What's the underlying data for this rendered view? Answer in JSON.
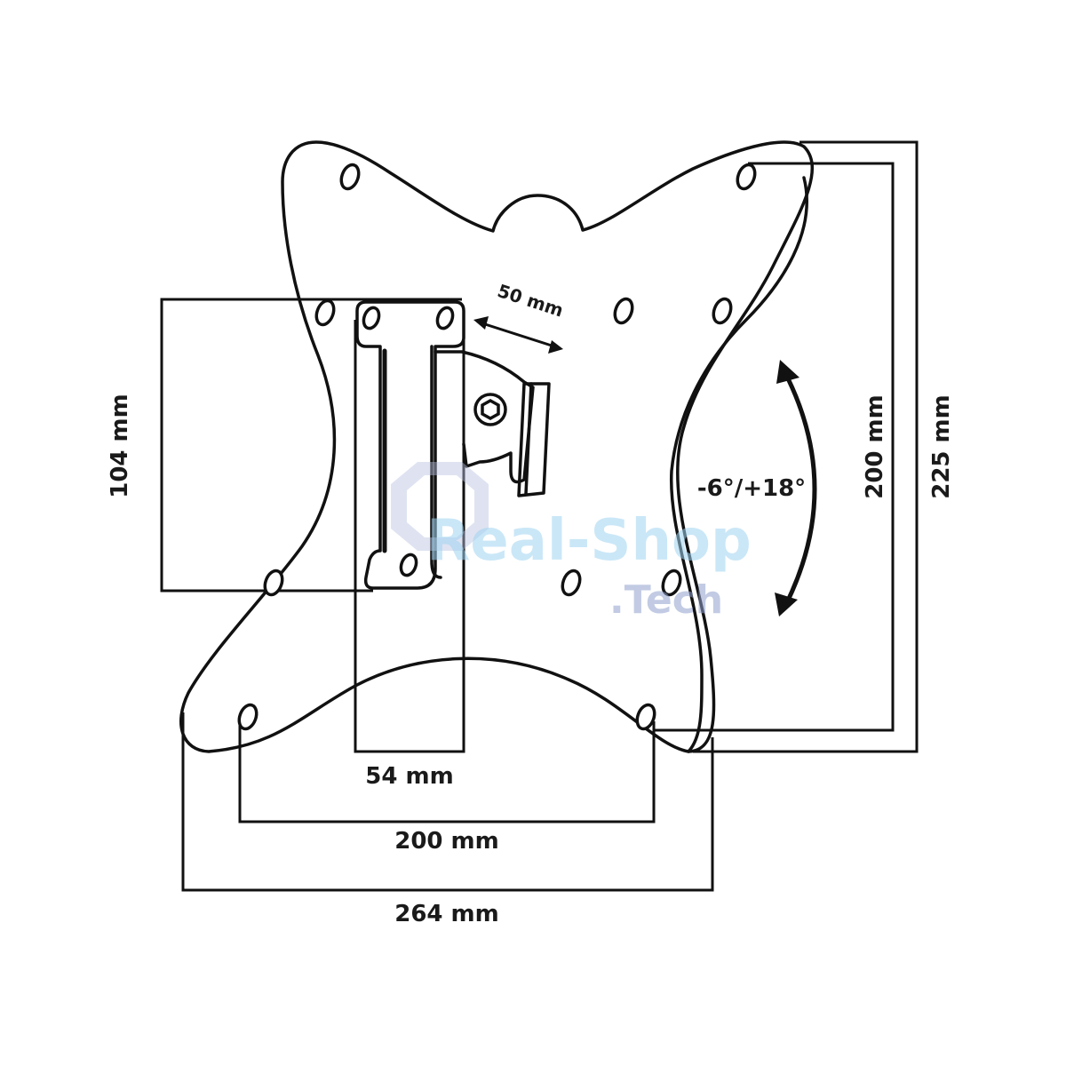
{
  "labels": {
    "adapter_height": "104 mm",
    "adapter_width": "54 mm",
    "bracket_spacing": "50 mm",
    "hole_spacing_horizontal": "200 mm",
    "plate_width": "264 mm",
    "hole_spacing_vertical": "200 mm",
    "plate_height": "225 mm",
    "tilt_range": "-6°/+18°"
  },
  "watermark": {
    "brand": "Real-Shop",
    "domain": ".Tech"
  },
  "colors": {
    "line": "#111111",
    "watermark_primary": "#9fd3f0",
    "watermark_secondary": "#8fa0cc"
  }
}
